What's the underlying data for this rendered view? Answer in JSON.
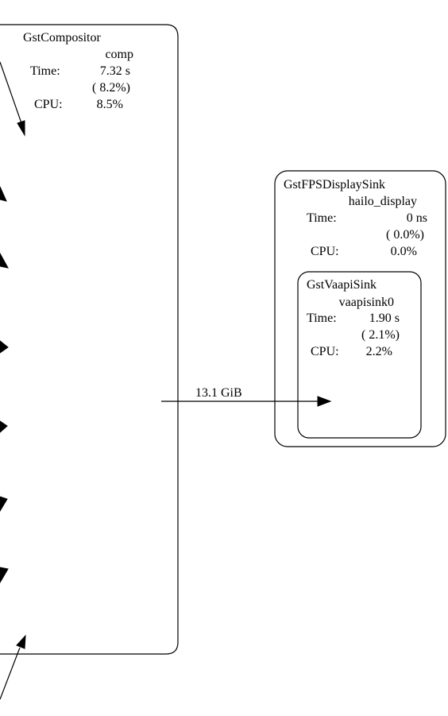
{
  "compositor": {
    "type": "GstCompositor",
    "name": "comp",
    "time_label": "Time:",
    "time": "7.32 s",
    "time_pct": "( 8.2%)",
    "cpu_label": "CPU:",
    "cpu": "8.5%"
  },
  "display_sink": {
    "type": "GstFPSDisplaySink",
    "name": "hailo_display",
    "time_label": "Time:",
    "time": "0 ns",
    "time_pct": "( 0.0%)",
    "cpu_label": "CPU:",
    "cpu": "0.0%"
  },
  "vaapi_sink": {
    "type": "GstVaapiSink",
    "name": "vaapisink0",
    "time_label": "Time:",
    "time": "1.90 s",
    "time_pct": "( 2.1%)",
    "cpu_label": "CPU:",
    "cpu": "2.2%"
  },
  "edges": {
    "comp_to_sink_label": "13.1 GiB"
  }
}
